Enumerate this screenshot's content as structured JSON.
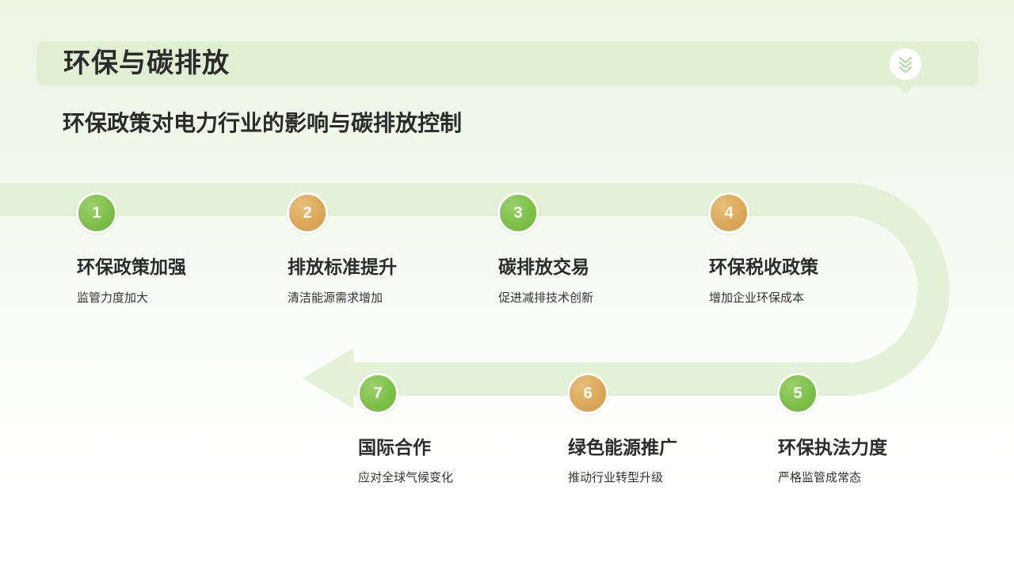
{
  "header": {
    "title": "环保与碳排放",
    "badge_icon": "double-chevron-down-icon"
  },
  "subtitle": "环保政策对电力行业的影响与碳排放控制",
  "colors": {
    "band": "#e1efd3",
    "path": "#e3f1d7",
    "green": "#7ec04a",
    "gold": "#dba85a",
    "text": "#2b2b2b"
  },
  "steps": [
    {
      "number": "1",
      "title": "环保政策加强",
      "desc": "监管力度加大",
      "color": "green"
    },
    {
      "number": "2",
      "title": "排放标准提升",
      "desc": "清洁能源需求增加",
      "color": "gold"
    },
    {
      "number": "3",
      "title": "碳排放交易",
      "desc": "促进减排技术创新",
      "color": "green"
    },
    {
      "number": "4",
      "title": "环保税收政策",
      "desc": "增加企业环保成本",
      "color": "gold"
    },
    {
      "number": "5",
      "title": "环保执法力度",
      "desc": "严格监管成常态",
      "color": "green"
    },
    {
      "number": "6",
      "title": "绿色能源推广",
      "desc": "推动行业转型升级",
      "color": "gold"
    },
    {
      "number": "7",
      "title": "国际合作",
      "desc": "应对全球气候变化",
      "color": "green"
    }
  ]
}
